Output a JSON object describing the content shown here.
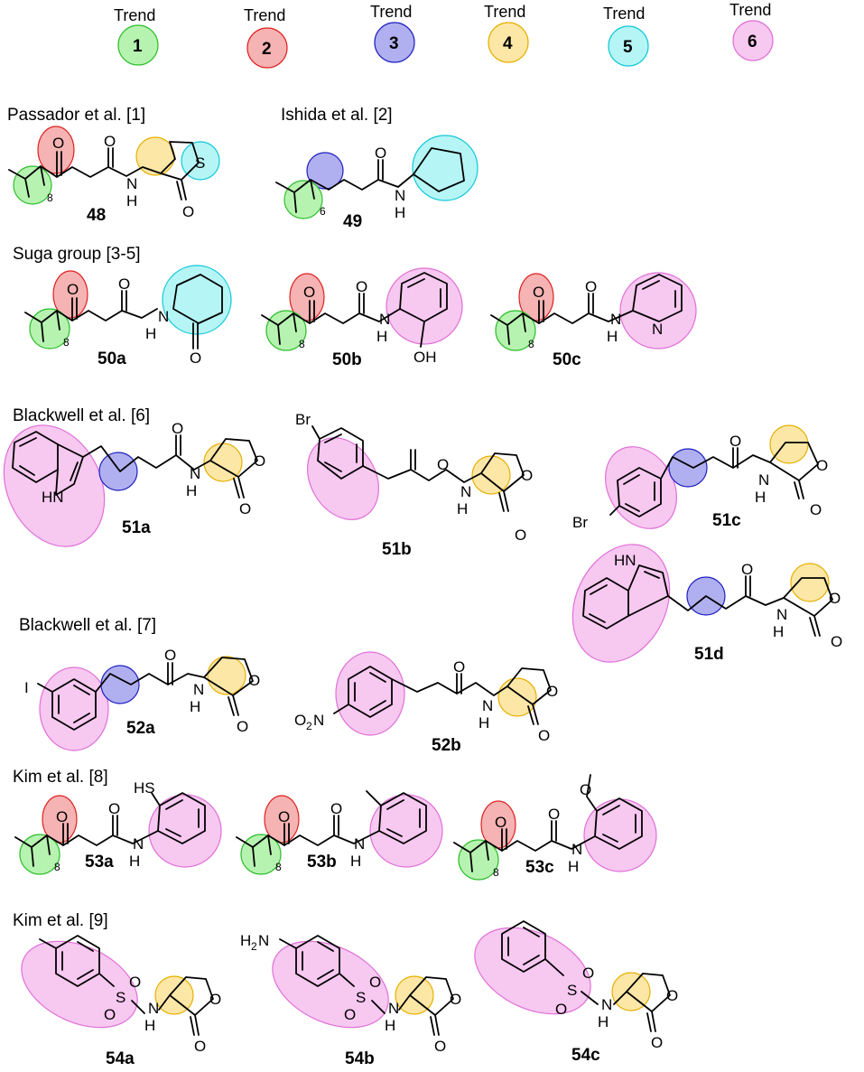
{
  "legend": {
    "label": "Trend",
    "items": [
      {
        "number": "1",
        "color": "#b7f3b0",
        "stroke": "#2fbf2f"
      },
      {
        "number": "2",
        "color": "#f5b3b3",
        "stroke": "#e02020"
      },
      {
        "number": "3",
        "color": "#b0b0f0",
        "stroke": "#2020c0"
      },
      {
        "number": "4",
        "color": "#fde7a7",
        "stroke": "#e6b000"
      },
      {
        "number": "5",
        "color": "#b6f5f5",
        "stroke": "#10c8d8"
      },
      {
        "number": "6",
        "color": "#f7c8f0",
        "stroke": "#e070d8"
      }
    ]
  },
  "groups": {
    "passador": "Passador et al. [1]",
    "ishida": "Ishida et al. [2]",
    "suga": "Suga group [3-5]",
    "blackwell6": "Blackwell et al. [6]",
    "blackwell7": "Blackwell et al. [7]",
    "kim8": "Kim et al. [8]",
    "kim9": "Kim et al. [9]"
  },
  "compounds": {
    "c48": "48",
    "c49": "49",
    "c50a": "50a",
    "c50b": "50b",
    "c50c": "50c",
    "c51a": "51a",
    "c51b": "51b",
    "c51c": "51c",
    "c51d": "51d",
    "c52a": "52a",
    "c52b": "52b",
    "c53a": "53a",
    "c53b": "53b",
    "c53c": "53c",
    "c54a": "54a",
    "c54b": "54b",
    "c54c": "54c"
  },
  "atoms": {
    "O": "O",
    "N": "N",
    "H": "H",
    "S": "S",
    "OH": "OH",
    "HN": "HN",
    "Br": "Br",
    "I": "I",
    "HS": "HS",
    "NH2": "H",
    "NH2_sub": "2",
    "NH2_N": "N",
    "O2N": "O",
    "O2N_sub": "2",
    "O2N_N": "N",
    "chain8": "8",
    "chain6": "6"
  }
}
